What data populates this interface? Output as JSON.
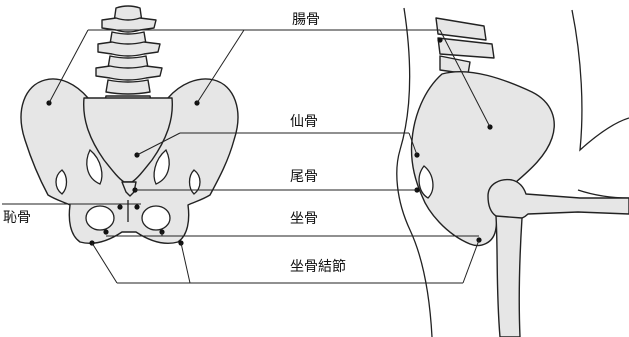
{
  "labels": {
    "ilium": "腸骨",
    "sacrum": "仙骨",
    "coccyx": "尾骨",
    "pubis": "恥骨",
    "ischium": "坐骨",
    "ischial_tuberosity": "坐骨結節"
  },
  "colors": {
    "bone_fill": "#e6e6e6",
    "outline": "#222222",
    "background": "#ffffff"
  }
}
